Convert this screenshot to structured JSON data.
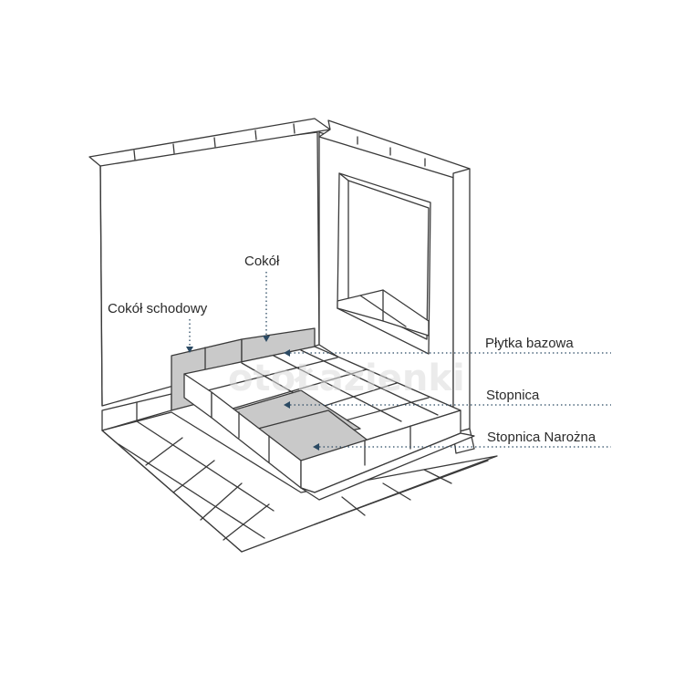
{
  "labels": {
    "cokol": "Cokół",
    "cokol_schodowy": "Cokół schodowy",
    "plytka_bazowa": "Płytka bazowa",
    "stopnica": "Stopnica",
    "stopnica_narozna": "Stopnica Narożna"
  },
  "watermark": "otoŁazienki",
  "colors": {
    "line": "#3a3a3a",
    "highlight_tile": "#c9c9c9",
    "leader": "#2b4a63"
  }
}
